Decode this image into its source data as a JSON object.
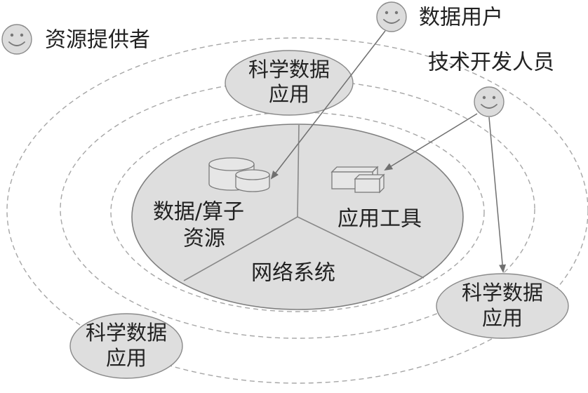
{
  "legend": {
    "provider_label": "资源提供者"
  },
  "actors": {
    "data_user_label": "数据用户",
    "developer_label": "技术开发人员"
  },
  "core": {
    "data_resources_line1": "数据/算子",
    "data_resources_line2": "资源",
    "app_tools_label": "应用工具",
    "network_label": "网络系统"
  },
  "apps": {
    "top": {
      "line1": "科学数据",
      "line2": "应用"
    },
    "right": {
      "line1": "科学数据",
      "line2": "应用"
    },
    "left": {
      "line1": "科学数据",
      "line2": "应用"
    }
  },
  "colors": {
    "fill": "#dedede",
    "stroke": "#7f7f7f",
    "ring": "#a6a6a6",
    "text": "#222222"
  }
}
